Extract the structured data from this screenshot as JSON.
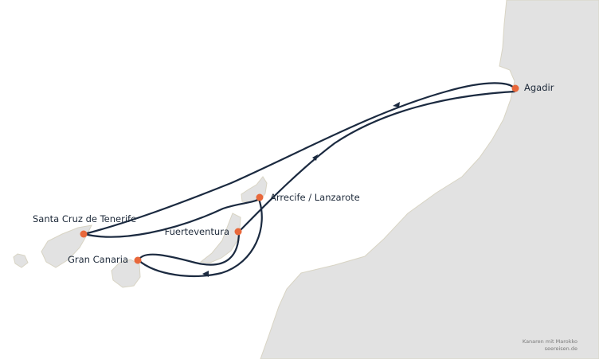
{
  "map": {
    "ports": [
      {
        "id": "agadir",
        "name": "Agadir"
      },
      {
        "id": "lanzarote",
        "name": "Arrecife / Lanzarote"
      },
      {
        "id": "tenerife",
        "name": "Santa Cruz de Tenerife"
      },
      {
        "id": "fuerteventura",
        "name": "Fuerteventura"
      },
      {
        "id": "gran-canaria",
        "name": "Gran Canaria"
      }
    ],
    "colors": {
      "land": "#e2e2e2",
      "coastline": "#d8d4c4",
      "route": "#1b2a40",
      "port_marker": "#e8683b",
      "sea": "#ffffff"
    }
  },
  "credit": {
    "line1": "Kanaren mit Marokko",
    "line2": "seereisen.de"
  }
}
